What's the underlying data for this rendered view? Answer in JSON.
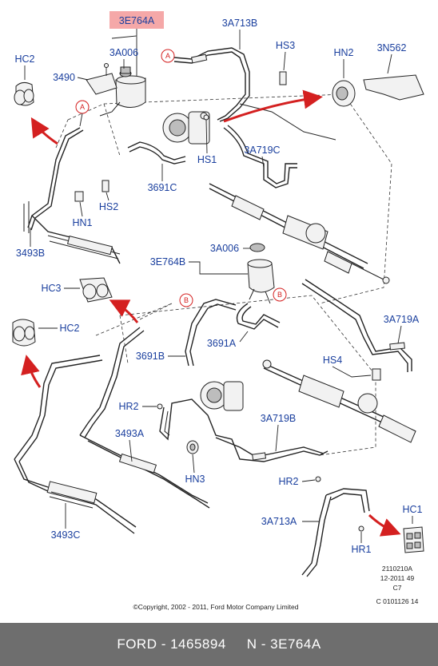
{
  "highlight_color": "#f5a8a8",
  "label_color": "#1a3f9e",
  "arrow_color": "#d42020",
  "labels": {
    "l3E764A_top": "3E764A",
    "l3A713B": "3A713B",
    "lHS3": "HS3",
    "lHN2": "HN2",
    "l3N562": "3N562",
    "lHC2_top": "HC2",
    "l3A006_top": "3A006",
    "l3490": "3490",
    "lHS1": "HS1",
    "l3A719C": "3A719C",
    "l3691C": "3691C",
    "lHS2": "HS2",
    "lHN1": "HN1",
    "l3493B": "3493B",
    "l3A006_mid": "3A006",
    "l3E764B": "3E764B",
    "lHC3": "HC3",
    "lHC2_mid": "HC2",
    "l3691B": "3691B",
    "l3691A": "3691A",
    "l3A719A": "3A719A",
    "lHS4": "HS4",
    "lHR2_left": "HR2",
    "l3493A": "3493A",
    "l3A719B": "3A719B",
    "lHN3": "HN3",
    "lHR2_right": "HR2",
    "l3A713A": "3A713A",
    "lHC1": "HC1",
    "l3493C": "3493C",
    "lHR1": "HR1"
  },
  "callouts": {
    "a1": "A",
    "a2": "A",
    "b1": "B",
    "b2": "B"
  },
  "stamp": {
    "line1": "2110210A",
    "line2": "12-2011 49",
    "line3": "C7",
    "line4": "C 0101126 14"
  },
  "copyright": "©Copyright, 2002 - 2011, Ford Motor Company Limited",
  "footer": {
    "brand_part": "FORD - 1465894",
    "ref": "N - 3E764A"
  }
}
